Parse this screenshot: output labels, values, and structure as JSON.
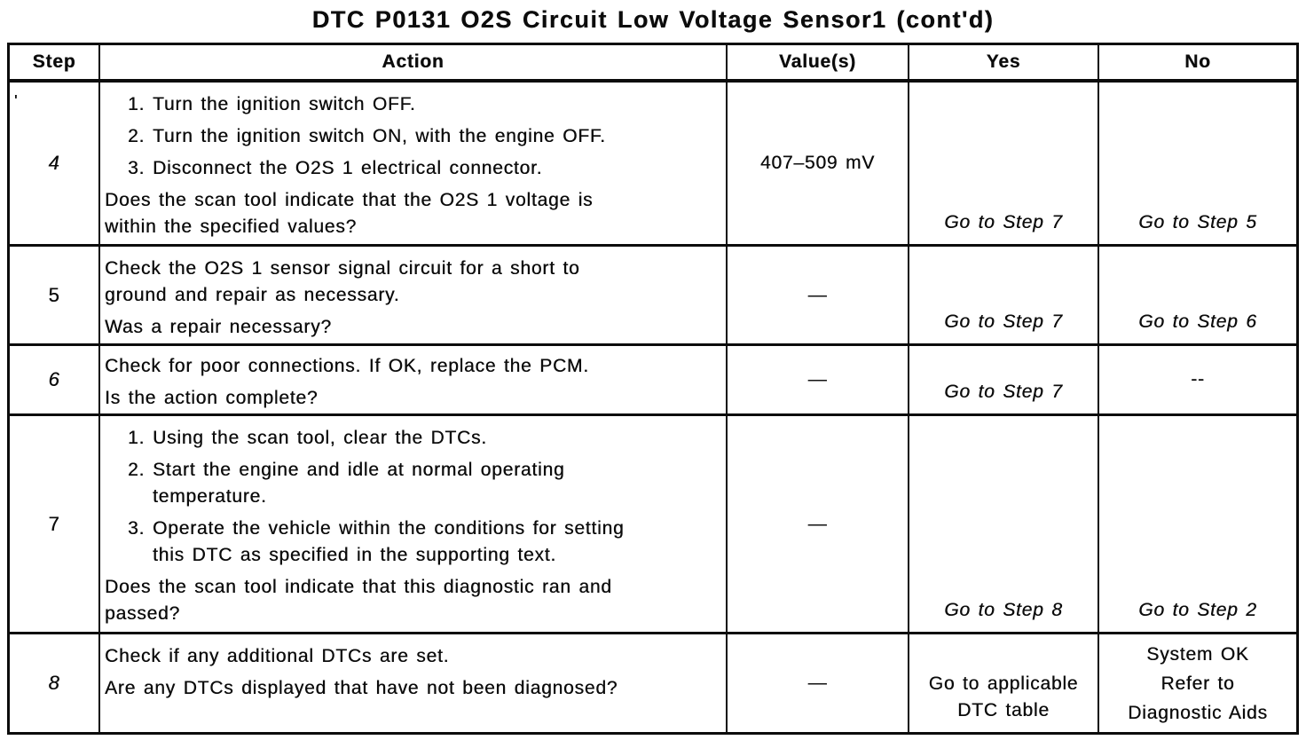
{
  "title": "DTC P0131 O2S Circuit Low Voltage Sensor1 (cont'd)",
  "artifact_mark": "'",
  "table": {
    "headers": {
      "step": "Step",
      "action": "Action",
      "values": "Value(s)",
      "yes": "Yes",
      "no": "No"
    },
    "rows": [
      {
        "step": "4",
        "items": [
          {
            "num": "1.",
            "lines": [
              "Turn the ignition switch OFF."
            ]
          },
          {
            "num": "2.",
            "lines": [
              "Turn the ignition switch ON, with the engine OFF."
            ]
          },
          {
            "num": "3.",
            "lines": [
              "Disconnect the O2S 1 electrical connector."
            ]
          }
        ],
        "question": [
          "Does the scan tool indicate that the O2S 1 voltage is",
          "within the specified values?"
        ],
        "value": "407–509 mV",
        "yes": "Go to Step 7",
        "no": "Go to Step 5"
      },
      {
        "step": "5",
        "statement": [
          "Check the O2S 1 sensor signal circuit for a short to",
          "ground and repair as necessary."
        ],
        "question": [
          "Was a repair necessary?"
        ],
        "value": "—",
        "yes": "Go to Step 7",
        "no": "Go to Step 6"
      },
      {
        "step": "6",
        "statement": [
          "Check for poor connections. If OK, replace the PCM."
        ],
        "question": [
          "Is the action complete?"
        ],
        "value": "—",
        "yes": "Go to Step 7",
        "no": "--"
      },
      {
        "step": "7",
        "items": [
          {
            "num": "1.",
            "lines": [
              "Using the scan tool, clear the DTCs."
            ]
          },
          {
            "num": "2.",
            "lines": [
              "Start the engine and idle at normal operating",
              "temperature."
            ]
          },
          {
            "num": "3.",
            "lines": [
              "Operate the vehicle within the conditions for setting",
              "this DTC as specified in the supporting text."
            ]
          }
        ],
        "question": [
          "Does the scan tool indicate that this diagnostic ran and",
          "passed?"
        ],
        "value": "—",
        "yes": "Go to Step 8",
        "no": "Go to Step 2"
      },
      {
        "step": "8",
        "statement": [
          "Check if any additional DTCs are set."
        ],
        "question": [
          "Are any DTCs displayed that have not been diagnosed?"
        ],
        "value": "—",
        "yes": [
          "Go to applicable",
          "DTC table"
        ],
        "no": [
          "System OK",
          "Refer to",
          "Diagnostic Aids"
        ]
      }
    ]
  }
}
